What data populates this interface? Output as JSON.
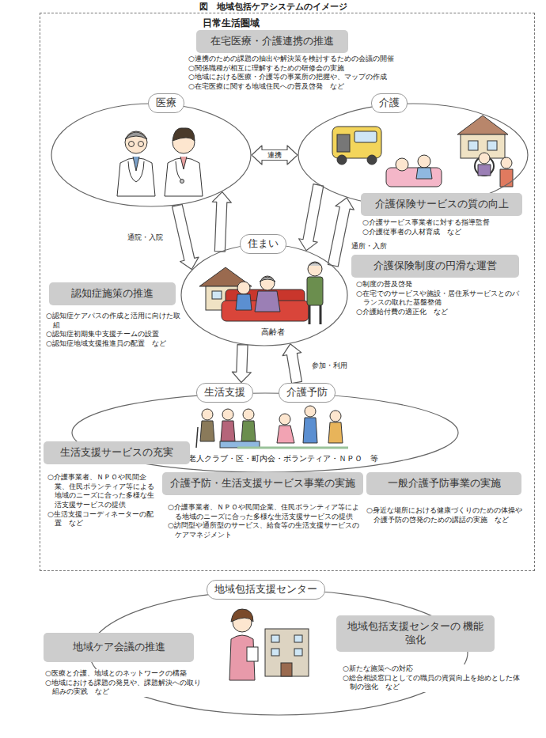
{
  "diagram": {
    "title": "図　地域包括ケアシステムのイメージ",
    "nodes": [
      {
        "text": [
          "日常生活圏域"
        ]
      },
      {
        "text": [
          "在宅医療・介護連携の推進",
          "○連携のための課題の抽出や解決策を検討するための会議の開催",
          "○関係職種が相互に理解するための研修会の実施",
          "○地域における医療・介護等の事業所の把握や、マップの作成",
          "○在宅医療に関する地域住民への普及啓発　など"
        ],
        "in": 0
      },
      {
        "text": [
          "医療"
        ],
        "in": 0
      },
      {
        "text": [
          "介護"
        ],
        "in": 0
      },
      {
        "text": [
          "介護保険サービスの質の向上",
          "○介護サービス事業者に対する指導監督",
          "○介護従事者の人材育成　など"
        ],
        "in": 0
      },
      {
        "text": [
          "介護保険制度の円滑な運営",
          "○制度の普及啓発",
          "○在宅でのサービスや施設・居住系サービスとのバランスの取れた基盤整備",
          "○介護給付費の適正化　など"
        ],
        "in": 0
      },
      {
        "text": [
          "住まい",
          "高齢者"
        ],
        "in": 0
      },
      {
        "text": [
          "認知症施策の推進",
          "○認知症ケアパスの作成と活用に向けた取組",
          "○認知症初期集中支援チームの設置",
          "○認知症地域支援推進員の配置　など"
        ],
        "in": 0
      },
      {
        "text": [
          "生活支援",
          "介護予防",
          "老人クラブ・区・町内会・ボランティア・ＮＰＯ　等"
        ],
        "in": 0
      },
      {
        "text": [
          "生活支援サービスの充実",
          "○介護事業者、ＮＰＯや民間企業、住民ボランティア等による地域のニーズに合った多様な生活支援サービスの提供",
          "○生活支援コーディネーターの配置　など"
        ],
        "in": 0
      },
      {
        "text": [
          "介護予防・生活支援サービス事業の実施",
          "○介護事業者、ＮＰＯや民間企業、住民ボランティア等による地域のニーズに合った多様な生活支援サービスの提供",
          "○訪問型や通所型のサービス、給食等の生活支援サービスのケアマネジメント"
        ],
        "in": 0
      },
      {
        "text": [
          "一般介護予防事業の実施",
          "○身近な場所における健康づくりのための体操や介護予防の啓発のための講話の実施　など"
        ],
        "in": 0
      },
      {
        "text": [
          "地域包括支援センター"
        ]
      },
      {
        "text": [
          "地域ケア会議の推進",
          "○医療と介護、地域とのネットワークの構築",
          "○地域における課題の発見や、課題解決への取り組みの実践　など"
        ]
      },
      {
        "text": [
          "地域包括支援センターの 機能強化",
          "○新たな施策への対応",
          "○総合相談窓口としての職員の資質向上を始めとした体制の強化　など"
        ]
      }
    ],
    "edges": [
      {
        "from": 2,
        "to": 3,
        "label": "連携",
        "arrow": "both"
      },
      {
        "from": 2,
        "to": 6,
        "label": "通院・入院",
        "arrow": "to"
      },
      {
        "from": 6,
        "to": 2,
        "arrow": "to"
      },
      {
        "from": 3,
        "to": 6,
        "arrow": "to"
      },
      {
        "from": 6,
        "to": 3,
        "label": "通所・入所",
        "arrow": "to"
      },
      {
        "from": 6,
        "to": 8,
        "arrow": "to"
      },
      {
        "from": 8,
        "to": 6,
        "label": "参加・利用",
        "arrow": "to"
      }
    ]
  }
}
